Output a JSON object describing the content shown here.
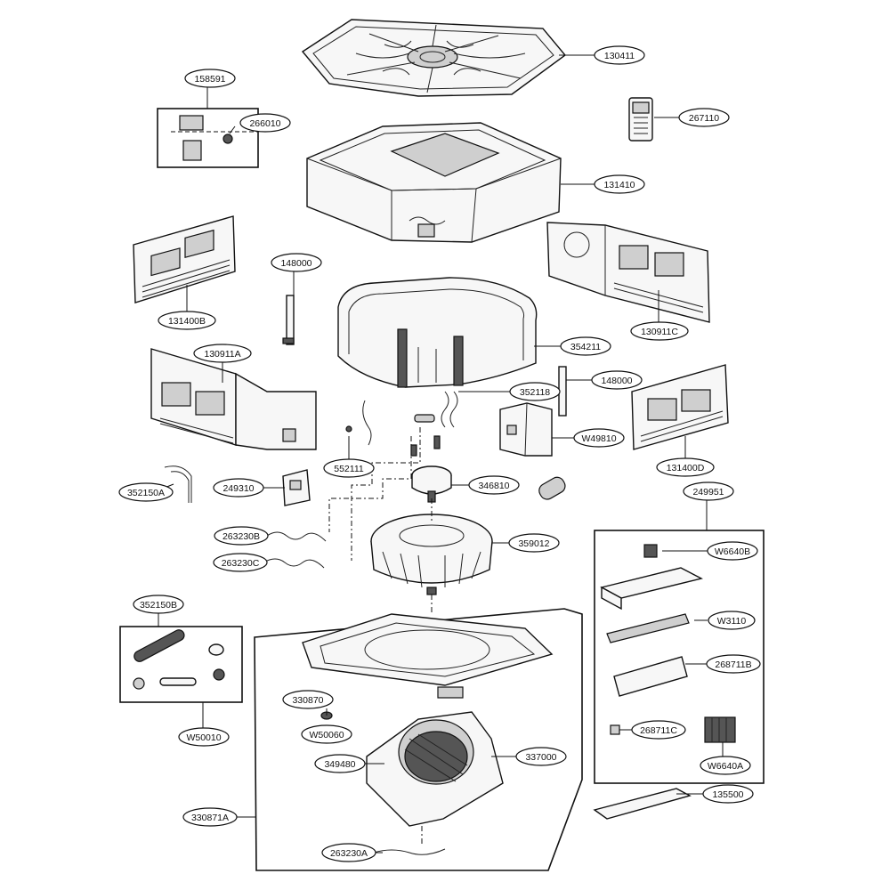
{
  "callouts": {
    "c130411": "130411",
    "c158591": "158591",
    "c266010": "266010",
    "c267110": "267110",
    "c131410": "131410",
    "c148000_top": "148000",
    "c131400B": "131400B",
    "c130911C": "130911C",
    "c354211": "354211",
    "c130911A": "130911A",
    "c352118": "352118",
    "c148000_right": "148000",
    "c552111": "552111",
    "cW49810": "W49810",
    "c131400D": "131400D",
    "c352150A": "352150A",
    "c249310": "249310",
    "c346810": "346810",
    "c249951": "249951",
    "c263230B": "263230B",
    "c263230C": "263230C",
    "c359012": "359012",
    "cW6640B": "W6640B",
    "c352150B": "352150B",
    "cW3110": "W3110",
    "c268711B": "268711B",
    "c330870": "330870",
    "cW50060": "W50060",
    "cW50010": "W50010",
    "c268711C": "268711C",
    "c349480": "349480",
    "c337000": "337000",
    "cW6640A": "W6640A",
    "c135500": "135500",
    "c330871A": "330871A",
    "c263230A": "263230A"
  }
}
